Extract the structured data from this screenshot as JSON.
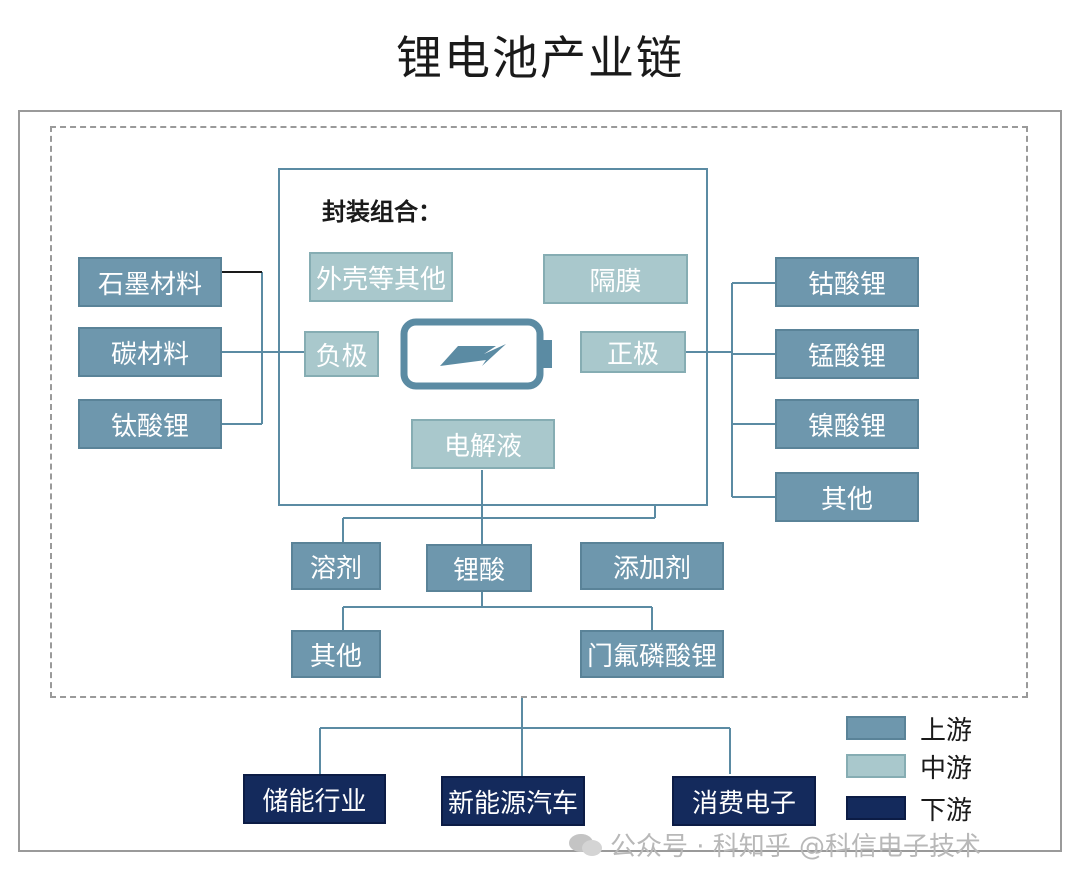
{
  "title": "锂电池产业链",
  "cell": {
    "title": "封装组合：",
    "shell": "外壳等其他",
    "separator": "隔膜",
    "anode": "负极",
    "cathode": "正极",
    "electrolyte": "电解液",
    "battery_icon": "battery-charging-icon"
  },
  "anode_materials": [
    "石墨材料",
    "碳材料",
    "钛酸锂"
  ],
  "cathode_materials": [
    "钴酸锂",
    "锰酸锂",
    "镍酸锂",
    "其他"
  ],
  "electrolyte_parts": {
    "solvent": "溶剂",
    "lithium_salt": "锂酸",
    "additive": "添加剂",
    "other": "其他",
    "lipf6": "门氟磷酸锂"
  },
  "downstream": [
    "储能行业",
    "新能源汽车",
    "消费电子"
  ],
  "legend": [
    {
      "label": "上游",
      "color": "#6e97ad"
    },
    {
      "label": "中游",
      "color": "#a9c8cc"
    },
    {
      "label": "下游",
      "color": "#142a5c"
    }
  ],
  "watermark": "公众号 · 科知乎 @科信电子技术",
  "colors": {
    "upstream": "#6e97ad",
    "midstream": "#a9c8cc",
    "downstream": "#142a5c",
    "line": "#5b8ba3"
  }
}
